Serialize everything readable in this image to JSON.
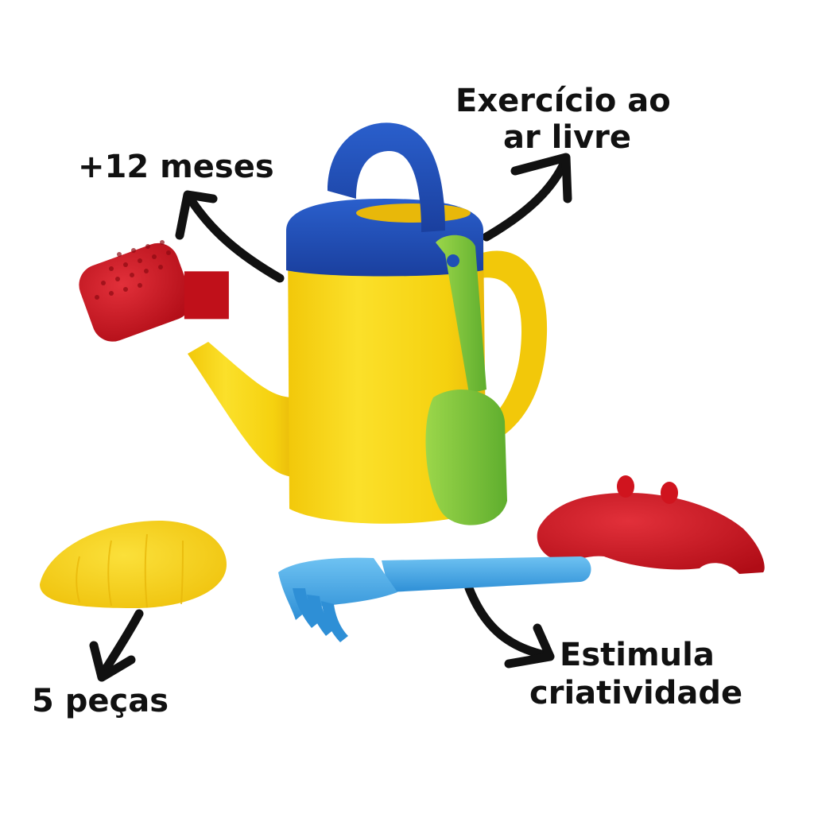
{
  "labels": {
    "age": "+12 meses",
    "outdoor": [
      "Exercício ao",
      "ar livre"
    ],
    "pieces": "5 peças",
    "creativity": [
      "Estimula",
      "criatividade"
    ]
  },
  "toys": [
    {
      "name": "watering-can",
      "color": "#F5D10F",
      "accent": "#1F4FB5",
      "spout": "#C8121C"
    },
    {
      "name": "shovel",
      "color": "#7CC33A"
    },
    {
      "name": "rake",
      "color": "#3EA4E6"
    },
    {
      "name": "crab-mold",
      "color": "#D0141E"
    },
    {
      "name": "shell-mold",
      "color": "#F6D318"
    }
  ],
  "colors": {
    "background": "#FFFFFF",
    "text": "#111111",
    "arrow": "#111111"
  }
}
